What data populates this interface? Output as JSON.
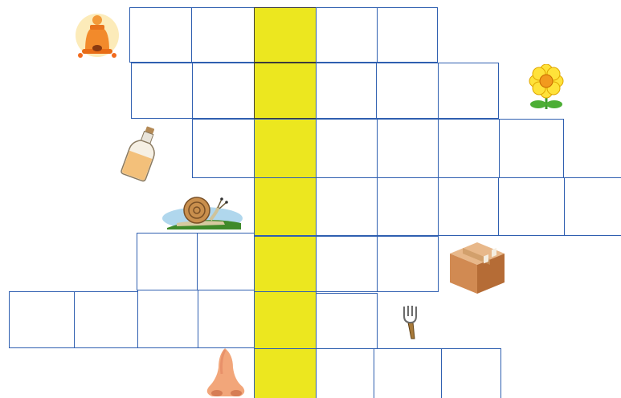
{
  "puzzle": {
    "type": "crossword",
    "key_column_color": "#ece71f",
    "grid_line_color": "#2f5fb0",
    "rows": [
      {
        "clue_icon": "bell-icon",
        "cells": 5,
        "key_cell_index": 2
      },
      {
        "clue_icon": "flower-icon",
        "cells": 6,
        "key_cell_index": 2
      },
      {
        "clue_icon": "bottle-icon",
        "cells": 6,
        "key_cell_index": 1
      },
      {
        "clue_icon": "snail-icon",
        "cells": 6,
        "key_cell_index": 0
      },
      {
        "clue_icon": "cardboard-box-icon",
        "cells": 5,
        "key_cell_index": 2
      },
      {
        "clue_icon": "fork-icon",
        "cells": 6,
        "key_cell_index": 4
      },
      {
        "clue_icon": "nose-icon",
        "cells": 4,
        "key_cell_index": 0
      }
    ]
  }
}
